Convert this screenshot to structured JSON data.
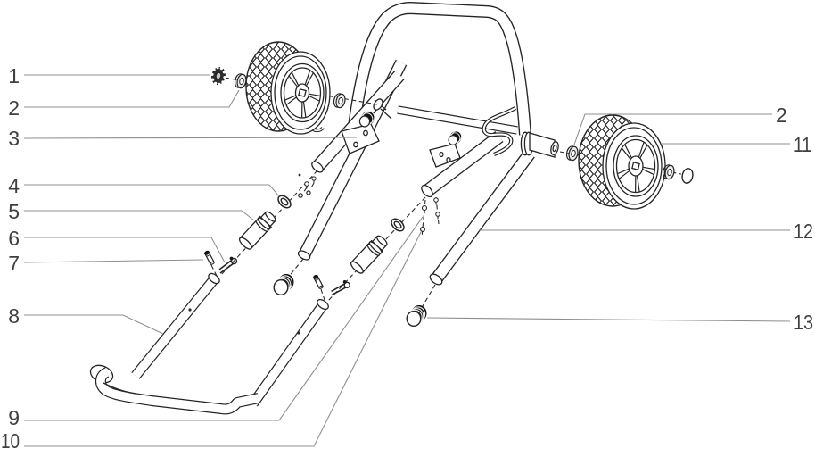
{
  "diagram": {
    "type": "exploded-parts-diagram",
    "background_color": "#ffffff",
    "line_color": "#242424",
    "leader_color": "#8f8f8f",
    "label_color": "#3f3f3f"
  },
  "callouts": {
    "left": [
      {
        "num": "1"
      },
      {
        "num": "2"
      },
      {
        "num": "3"
      },
      {
        "num": "4"
      },
      {
        "num": "5"
      },
      {
        "num": "6"
      },
      {
        "num": "7"
      },
      {
        "num": "8"
      },
      {
        "num": "9"
      },
      {
        "num": "10"
      }
    ],
    "right": [
      {
        "num": "2"
      },
      {
        "num": "11"
      },
      {
        "num": "12"
      },
      {
        "num": "13"
      }
    ]
  }
}
